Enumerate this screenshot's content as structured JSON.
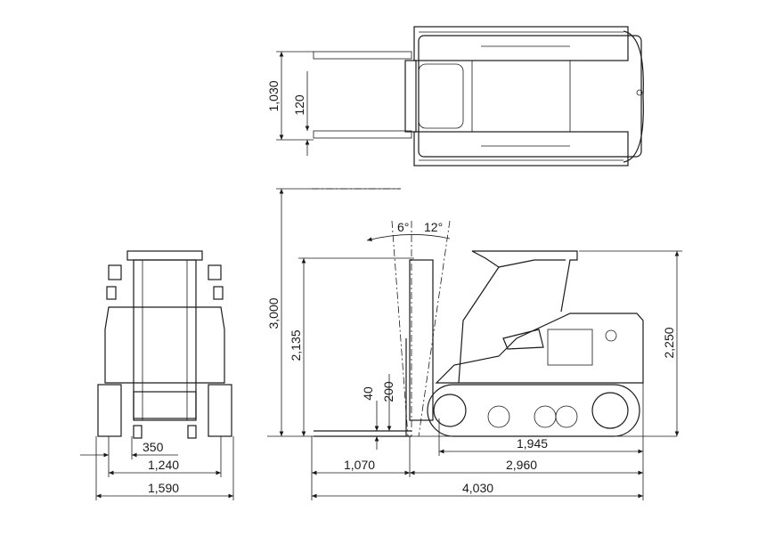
{
  "title": "Crawler forklift dimension drawing",
  "dimensions": {
    "top_width": "1,030",
    "top_fork_width": "120",
    "overall_height_raised": "3,000",
    "mast_height": "2,135",
    "fork_thickness": "40",
    "fork_lift_height": "200",
    "tilt_forward": "6°",
    "tilt_backward": "12°",
    "overall_height": "2,250",
    "track_length": "1,945",
    "front_overhang": "1,070",
    "body_length": "2,960",
    "overall_length": "4,030",
    "track_width": "350",
    "tread": "1,240",
    "overall_width": "1,590"
  }
}
